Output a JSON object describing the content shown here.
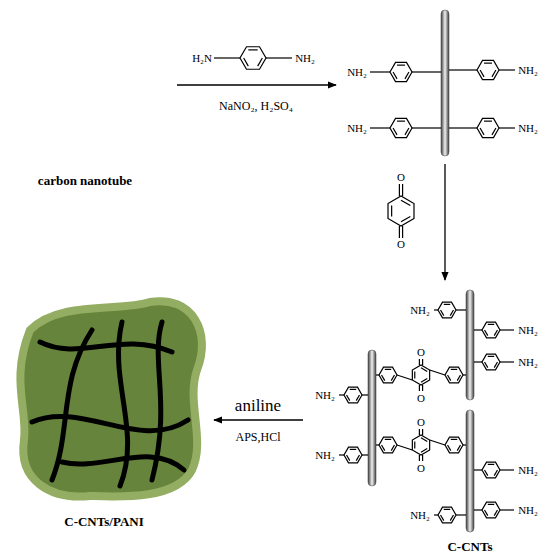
{
  "diagram": {
    "nodes": [
      {
        "text": [
          "carbon nanotube"
        ]
      },
      {
        "text": [
          "NH₂",
          "NH₂",
          "NH₂",
          "NH₂"
        ]
      },
      {
        "text": [
          "C-CNTs",
          "NH₂",
          "NH₂",
          "NH₂",
          "NH₂",
          "NH₂",
          "NH₂",
          "NH₂",
          "NH₂",
          "O",
          "O",
          "O",
          "O"
        ]
      },
      {
        "text": [
          "C-CNTs/PANI"
        ]
      }
    ],
    "edges": [
      {
        "from": 0,
        "to": 1,
        "arrow": "to",
        "label": "NaNO₂, H₂SO₄"
      },
      {
        "from": 1,
        "to": 2,
        "arrow": "to"
      },
      {
        "from": 2,
        "to": 3,
        "arrow": "to",
        "label": "aniline"
      }
    ],
    "labels": [
      "H₂N",
      "NH₂",
      "O",
      "O",
      "APS,HCl"
    ]
  }
}
